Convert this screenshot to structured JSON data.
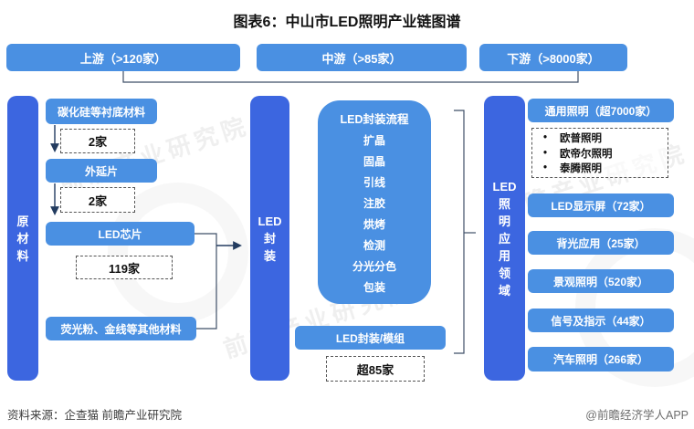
{
  "title": "图表6：中山市LED照明产业链图谱",
  "colors": {
    "box_blue": "#4a90e2",
    "bar_blue": "#3c66e0",
    "line": "#3f4f68"
  },
  "top_row": {
    "upstream": "上游（>120家）",
    "midstream": "中游（>85家）",
    "downstream": "下游（>8000家）"
  },
  "left": {
    "bar_chars": [
      "原",
      "材",
      "料"
    ],
    "substrate": "碳化硅等衬底材料",
    "substrate_count": "2家",
    "epitaxial": "外延片",
    "epitaxial_count": "2家",
    "chip": "LED芯片",
    "chip_count": "119家",
    "other_materials": "荧光粉、金线等其他材料"
  },
  "middle": {
    "bar_lines": [
      "LED",
      "封",
      "装"
    ],
    "flow_title": "LED封装流程",
    "flow_steps": [
      "扩晶",
      "固晶",
      "引线",
      "注胶",
      "烘烤",
      "检测",
      "分光分色",
      "包装"
    ],
    "module": "LED封装/模组",
    "module_count": "超85家"
  },
  "right": {
    "bar_lines": [
      "LED",
      "照",
      "明",
      "应",
      "用",
      "领",
      "域"
    ],
    "bullet": "•",
    "general": "通用照明（超7000家）",
    "companies": [
      "欧普照明",
      "欧帝尔照明",
      "泰腾照明"
    ],
    "display": "LED显示屏（72家）",
    "backlight": "背光应用（25家）",
    "landscape": "景观照明（520家）",
    "signal": "信号及指示（44家）",
    "auto": "汽车照明（266家）"
  },
  "footer": {
    "source": "资料来源：企查猫 前瞻产业研究院",
    "credit": "@前瞻经济学人APP"
  },
  "watermark": {
    "text": "前瞻产业研究院"
  }
}
